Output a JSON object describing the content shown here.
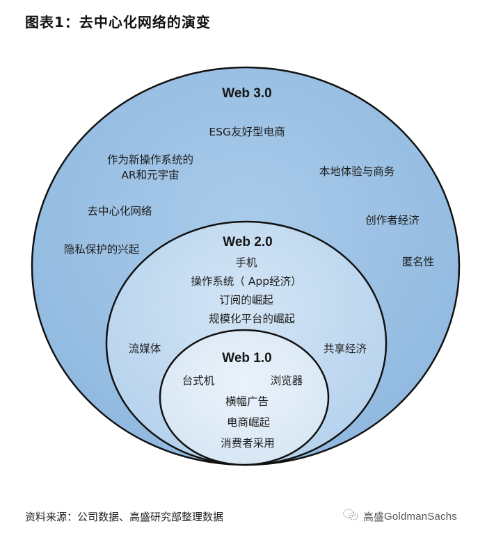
{
  "title": "图表1：去中心化网络的演变",
  "colors": {
    "web3_fill": "#9cc2e5",
    "web2_fill": "#c3dbf0",
    "web1_fill": "#deeaf6",
    "outline": "#111111"
  },
  "web3": {
    "header": "Web 3.0",
    "items": [
      "ESG友好型电商",
      "作为新操作系统的",
      "AR和元宇宙",
      "本地体验与商务",
      "去中心化网络",
      "创作者经济",
      "隐私保护的兴起",
      "匿名性"
    ]
  },
  "web2": {
    "header": "Web 2.0",
    "items": [
      "手机",
      "操作系统（ App经济）",
      "订阅的崛起",
      "规模化平台的崛起",
      "流媒体",
      "共享经济"
    ]
  },
  "web1": {
    "header": "Web 1.0",
    "items": [
      "台式机",
      "浏览器",
      "横幅广告",
      "电商崛起",
      "消费者采用"
    ]
  },
  "footer": {
    "source": "资料来源：公司数据、高盛研究部整理数据",
    "brand_cn": "高盛",
    "brand_en": "GoldmanSachs",
    "brand_icon": "wechat-icon"
  }
}
